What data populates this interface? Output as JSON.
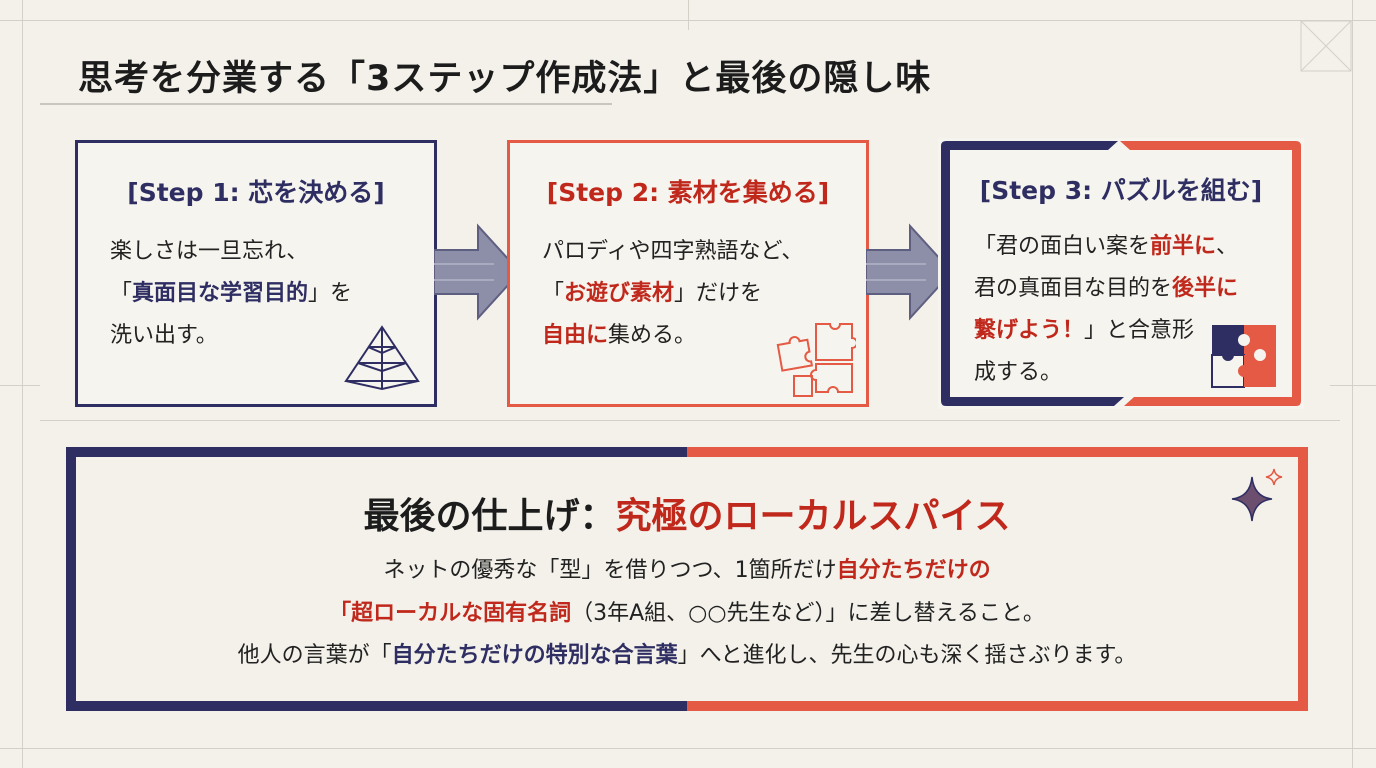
{
  "title": "思考を分業する「3ステップ作成法」と最後の隠し味",
  "steps": [
    {
      "title": "[Step 1: 芯を決める]",
      "line1": "楽しさは一旦忘れ、",
      "line2_pre": "「",
      "line2_hl": "真面目な学習目的",
      "line2_post": "」を",
      "line3": "洗い出す。",
      "icon": "pyramid-icon"
    },
    {
      "title": "[Step 2: 素材を集める]",
      "line1": "パロディや四字熟語など、",
      "line2_pre": "「",
      "line2_hl": "お遊び素材",
      "line2_post": "」だけを",
      "line3_hl": "自由に",
      "line3_post": "集める。",
      "icon": "puzzle-pieces-icon"
    },
    {
      "title": "[Step 3: パズルを組む]",
      "line1_pre": "「君の面白い案を",
      "line1_hl": "前半に",
      "line1_post": "、",
      "line2_pre": "君の真面目な目的を",
      "line2_hl": "後半に",
      "line3_hl": "繋げよう！",
      "line3_post": "」と合意形",
      "line4": "成する。",
      "icon": "puzzle-assembled-icon"
    }
  ],
  "final": {
    "title_pre": "最後の仕上げ：",
    "title_hl": "究極のローカルスパイス",
    "line1_pre": "ネットの優秀な「型」を借りつつ、1箇所だけ",
    "line1_hl": "自分たちだけの",
    "line2_hl": "「超ローカルな固有名詞",
    "line2_post": "（3年A組、○○先生など）」に差し替えること。",
    "line3_pre": "他人の言葉が「",
    "line3_hl": "自分たちだけの特別な合言葉",
    "line3_post": "」へと進化し、先生の心も深く揺さぶります。",
    "icon": "sparkle-icon"
  },
  "colors": {
    "navy": "#2f2e63",
    "red": "#e45a44",
    "dark_red": "#c0281c",
    "arrow": "#8d8ea8",
    "background": "#f3f1ea"
  }
}
